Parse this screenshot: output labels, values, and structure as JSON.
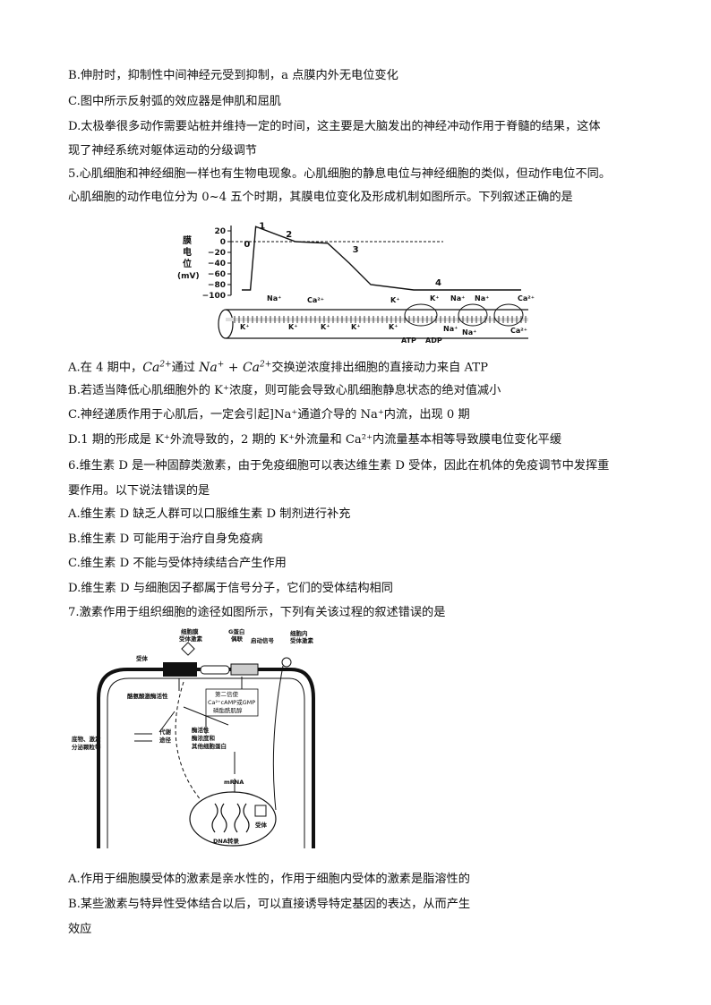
{
  "lines": [
    "B.伸肘时，抑制性中间神经元受到抑制，a 点膜内外无电位变化",
    "C.图中所示反射弧的效应器是伸肌和屈肌",
    "D.太极拳很多动作需要站桩并维持一定的时间，这主要是大脑发出的神经冲动作用于脊髓的结果，这体",
    "现了神经系统对躯体运动的分级调节",
    "5.心肌细胞和神经细胞一样也有生物电现象。心肌细胞的静息电位与神经细胞的类似，但动作电位不同。",
    "心肌细胞的动作电位分为 0~4 五个时期，其膜电位变化及形成机制如图所示。下列叙述正确的是"
  ],
  "q5_options": {
    "a_prefix": "A.在 4 期中，",
    "a_ca": "Ca",
    "a_ca_sup": "2+",
    "a_mid": "通过 ",
    "a_na": "Na",
    "a_na_sup": "+",
    "a_plus": " + ",
    "a_ca2": "Ca",
    "a_ca2_sup": "2+",
    "a_suffix": "交换逆浓度排出细胞的直接动力来自 ATP",
    "b": "B.若适当降低心肌细胞外的 K⁺浓度，则可能会导致心肌细胞静息状态的绝对值减小",
    "c": "C.神经递质作用于心肌后，一定会引起]Na⁺通道介导的 Na⁺内流，出现 0 期",
    "d": "D.1 期的形成是 K⁺外流导致的，2 期的 K⁺外流量和 Ca²⁺内流量基本相等导致膜电位变化平缓"
  },
  "q6": {
    "stem1": "6.维生素 D 是一种固醇类激素，由于免疫细胞可以表达维生素 D 受体，因此在机体的免疫调节中发挥重",
    "stem2": "要作用。以下说法错误的是",
    "a": "A.维生素 D 缺乏人群可以口服维生素 D 制剂进行补充",
    "b": "B.维生素 D 可能用于治疗自身免疫病",
    "c": "C.维生素 D 不能与受体持续结合产生作用",
    "d": "D.维生素 D 与细胞因子都属于信号分子，它们的受体结构相同"
  },
  "q7": {
    "stem": "7.激素作用于组织细胞的途径如图所示，下列有关该过程的叙述错误的是",
    "a": "A.作用于细胞膜受体的激素是亲水性的，作用于细胞内受体的激素是脂溶性的",
    "b1": "B.某些激素与特异性受体结合以后，可以直接诱导特定基因的表达，从而产生",
    "b2": "效应"
  },
  "fig5": {
    "y_label": [
      "膜",
      "电",
      "位",
      "(mV)"
    ],
    "y_ticks": [
      "20",
      "0",
      "−20",
      "−40",
      "−60",
      "−80",
      "−100"
    ],
    "phases": [
      "0",
      "1",
      "2",
      "3",
      "4"
    ],
    "ions_top": [
      "Na⁺",
      "Ca²⁺",
      "K⁺",
      "Na⁺",
      "K⁺",
      "Na⁺",
      "Ca²⁺"
    ],
    "ions_bottom": [
      "K⁺",
      "K⁺",
      "K⁺",
      "K⁺",
      "K⁺",
      "Na⁺",
      "Na⁺",
      "Ca²⁺"
    ],
    "atp": "ATP",
    "adp": "ADP"
  },
  "chart_data": {
    "type": "line",
    "ylabel": "膜电位(mV)",
    "ylim": [
      -100,
      20
    ],
    "y_ticks": [
      20,
      0,
      -20,
      -40,
      -60,
      -80,
      -100
    ],
    "series": [
      {
        "x": [
          0,
          0.8,
          1.3,
          5,
          8,
          10,
          12,
          16,
          26
        ],
        "y": [
          -90,
          -90,
          28,
          0,
          -3,
          -40,
          -80,
          -90,
          -90
        ]
      }
    ],
    "phase_labels": [
      "0",
      "1",
      "2",
      "3",
      "4"
    ]
  },
  "fig7": {
    "hormone_membrane": [
      "细胞膜",
      "受体激素"
    ],
    "gated_channel": [
      "G蛋白",
      "偶联"
    ],
    "start_signal": "启动信号",
    "receptor_top": "受体",
    "intracellular_hormone": [
      "细胞内",
      "受体激素"
    ],
    "second_messenger": [
      "第二信使",
      "Ca²⁺cAMP或GMP",
      "磷酯酰肌醇"
    ],
    "tyrosine": "酪氨酸激酶活性",
    "metabolic": [
      "代谢",
      "途径"
    ],
    "enzyme_activity": [
      "酶活性",
      "酶浓度和",
      "其他细胞蛋白"
    ],
    "secretion": [
      "底物、激素",
      "分泌颗粒等"
    ],
    "mrna": "mRNA",
    "receptor_nucleus": "受体",
    "dna": "DNA转录"
  }
}
